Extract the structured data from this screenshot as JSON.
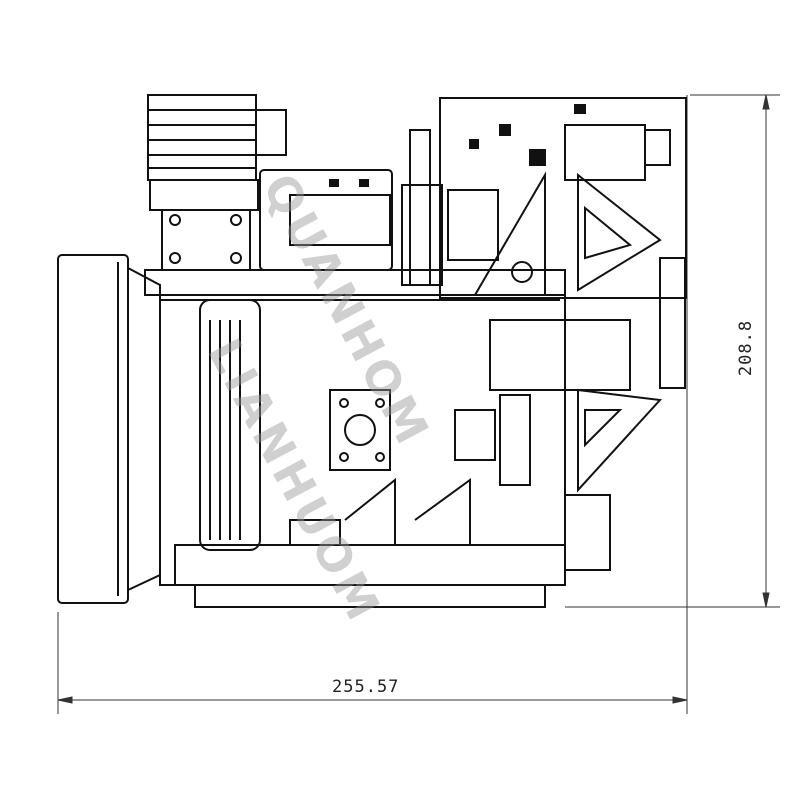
{
  "drawing": {
    "dimensions": {
      "width_label": "255.57",
      "height_label": "208.8"
    },
    "watermark": [
      "QUANHOM",
      "LIANHUOM"
    ],
    "colors": {
      "line": "#111111",
      "watermark": "#969696"
    }
  }
}
